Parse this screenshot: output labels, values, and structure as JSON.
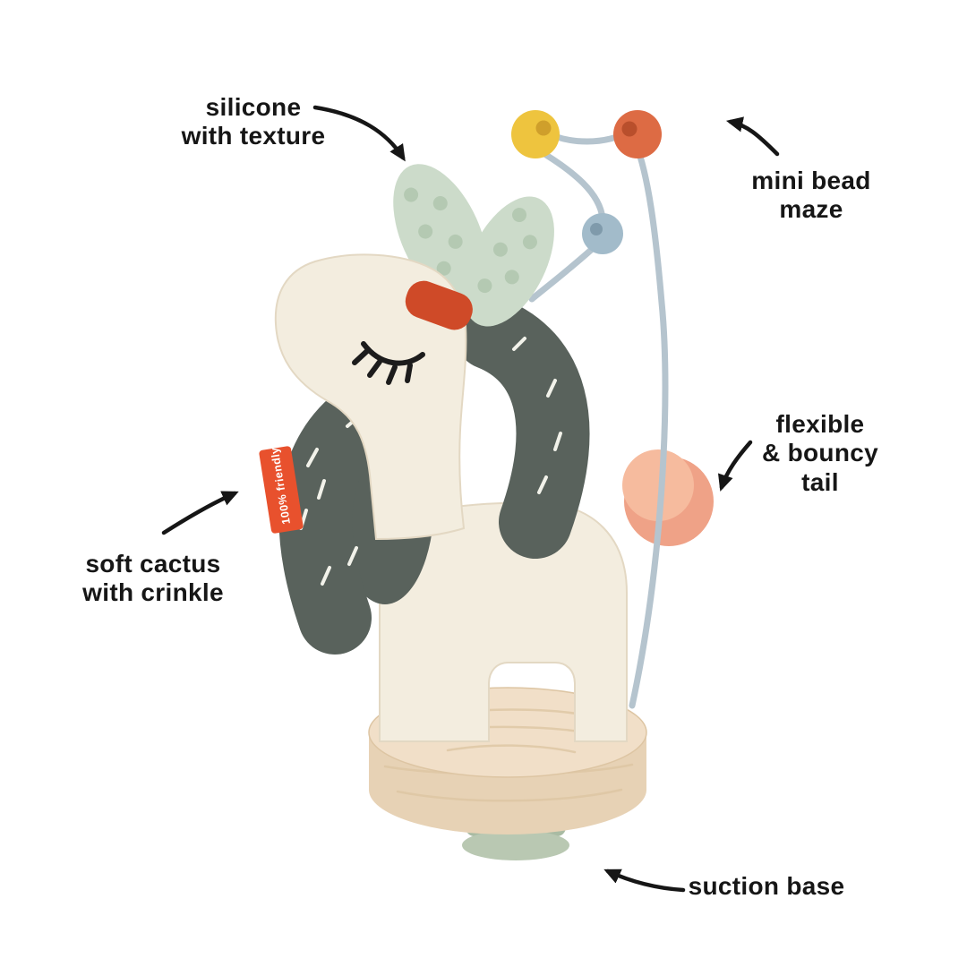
{
  "annotations": {
    "silicone": {
      "label": "silicone\nwith texture"
    },
    "bead_maze": {
      "label": "mini bead\nmaze"
    },
    "tail": {
      "label": "flexible\n& bouncy\ntail"
    },
    "cactus": {
      "label": "soft cactus\nwith crinkle"
    },
    "suction": {
      "label": "suction base"
    }
  },
  "product": {
    "tag_text": "100% friendly"
  },
  "colors": {
    "page_background": "#ffffff",
    "label_text": "#161616",
    "arrow": "#161616",
    "body_cream": "#f3eddf",
    "body_edge": "#e3d8c3",
    "ear_sage": "#ccdbca",
    "ear_dot": "#b4c9b2",
    "cactus_dark": "#59625c",
    "stitch_white": "#f2f2ea",
    "tag_orange": "#e8512d",
    "tag_text_color": "#ffffff",
    "wire_blue": "#b5c4ce",
    "bead_yellow": "#eec43e",
    "bead_yellow_hole": "#cf9f2b",
    "bead_orange": "#dd6b44",
    "bead_orange_hole": "#b94f2c",
    "bead_blue": "#a2bbca",
    "bead_blue_hole": "#7f9aab",
    "tail_coral": "#efa287",
    "tail_coral_light": "#f6bb9e",
    "nose_red": "#cf4a28",
    "wood_top": "#f1dfc8",
    "wood_side": "#e7d2b5",
    "wood_grain": "#ddc5a3",
    "suction_sage": "#b9c8b2",
    "suction_sage_dark": "#a9bba3",
    "eye_black": "#1c1c1c"
  }
}
